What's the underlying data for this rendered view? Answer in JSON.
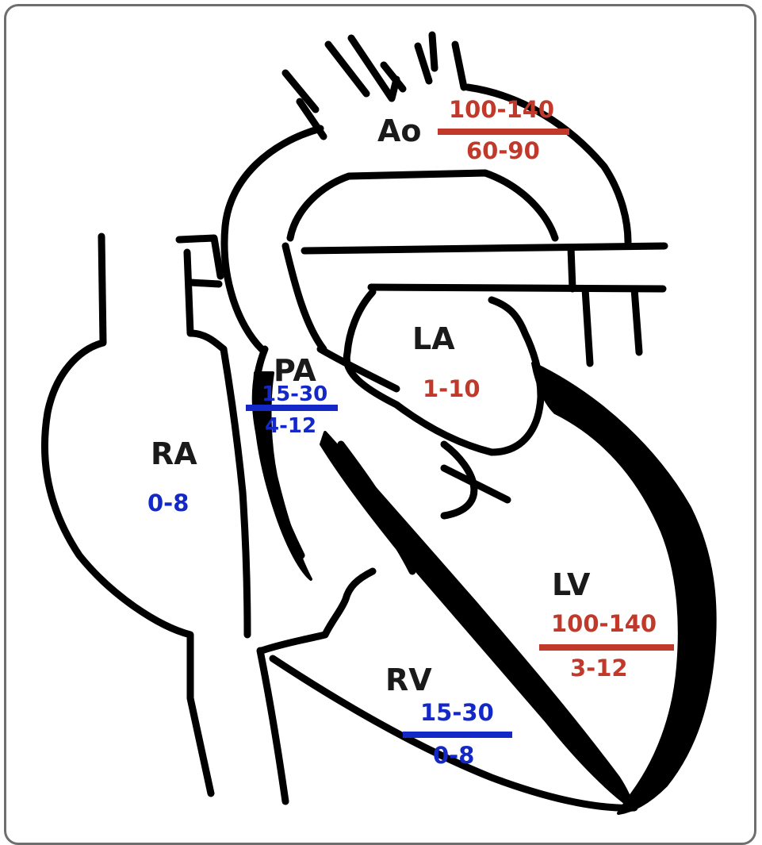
{
  "colors": {
    "outline": "#000000",
    "left_side": "#c0392b",
    "right_side": "#1428c8"
  },
  "chambers": {
    "ao": {
      "name": "Ao",
      "systolic": "100-140",
      "diastolic": "60-90"
    },
    "la": {
      "name": "LA",
      "pressure": "1-10"
    },
    "pa": {
      "name": "PA",
      "systolic": "15-30",
      "diastolic": "4-12"
    },
    "ra": {
      "name": "RA",
      "pressure": "0-8"
    },
    "lv": {
      "name": "LV",
      "systolic": "100-140",
      "diastolic": "3-12"
    },
    "rv": {
      "name": "RV",
      "systolic": "15-30",
      "diastolic": "0-8"
    }
  }
}
